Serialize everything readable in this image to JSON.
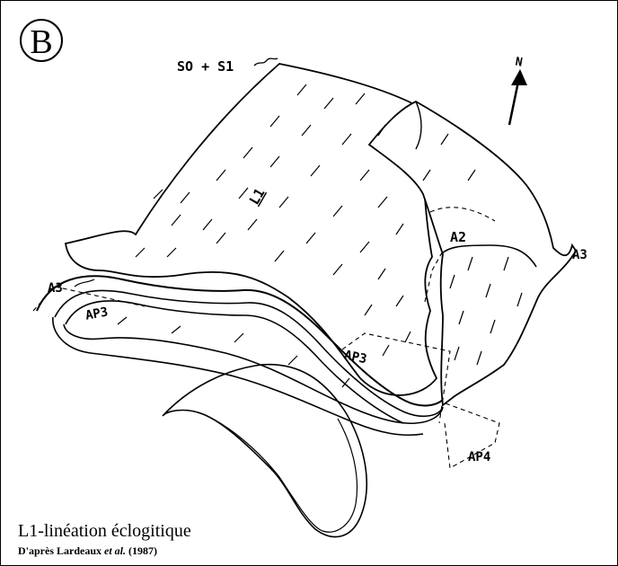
{
  "panel_label": "B",
  "north_label": "N",
  "labels": {
    "s0_s1": "SO + S1",
    "l1": "L1",
    "a2": "A2",
    "a3_right": "A3",
    "a3_left": "A3",
    "ap3_left": "AP3",
    "ap3_center": "AP3",
    "ap4": "AP4"
  },
  "caption": {
    "title": "L1-linéation éclogitique",
    "source_prefix": "D'après Lardeaux ",
    "source_etal": "et al.",
    "source_year": " (1987)"
  }
}
